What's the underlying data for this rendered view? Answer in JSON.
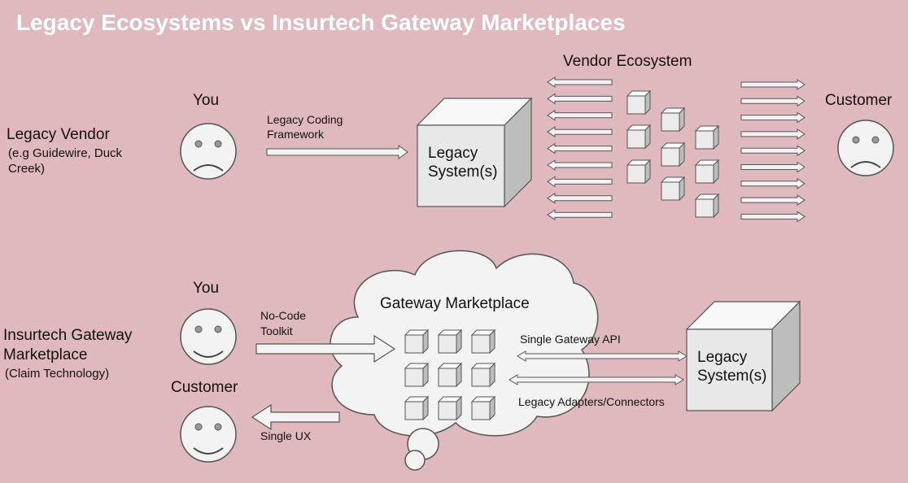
{
  "title": "Legacy Ecosystems vs Insurtech Gateway Marketplaces",
  "top": {
    "row_label": "Legacy Vendor",
    "row_sublabel_1": "(e.g Guidewire, Duck",
    "row_sublabel_2": "Creek)",
    "you_label": "You",
    "arrow_label_1": "Legacy Coding",
    "arrow_label_2": "Framework",
    "system_label_1": "Legacy",
    "system_label_2": "System(s)",
    "ecosystem_label": "Vendor Ecosystem",
    "customer_label": "Customer"
  },
  "bottom": {
    "row_label_1": "Insurtech Gateway",
    "row_label_2": "Marketplace",
    "row_sublabel": "(Claim Technology)",
    "you_label": "You",
    "toolkit_label_1": "No-Code",
    "toolkit_label_2": "Toolkit",
    "customer_label": "Customer",
    "ux_label": "Single UX",
    "cloud_label": "Gateway Marketplace",
    "api_label": "Single Gateway API",
    "adapters_label": "Legacy Adapters/Connectors",
    "system_label_1": "Legacy",
    "system_label_2": "System(s)"
  },
  "colors": {
    "background": "#e0b9be",
    "title": "#ffffff",
    "shape_fill": "#f3f3f3",
    "outline": "#555555"
  }
}
